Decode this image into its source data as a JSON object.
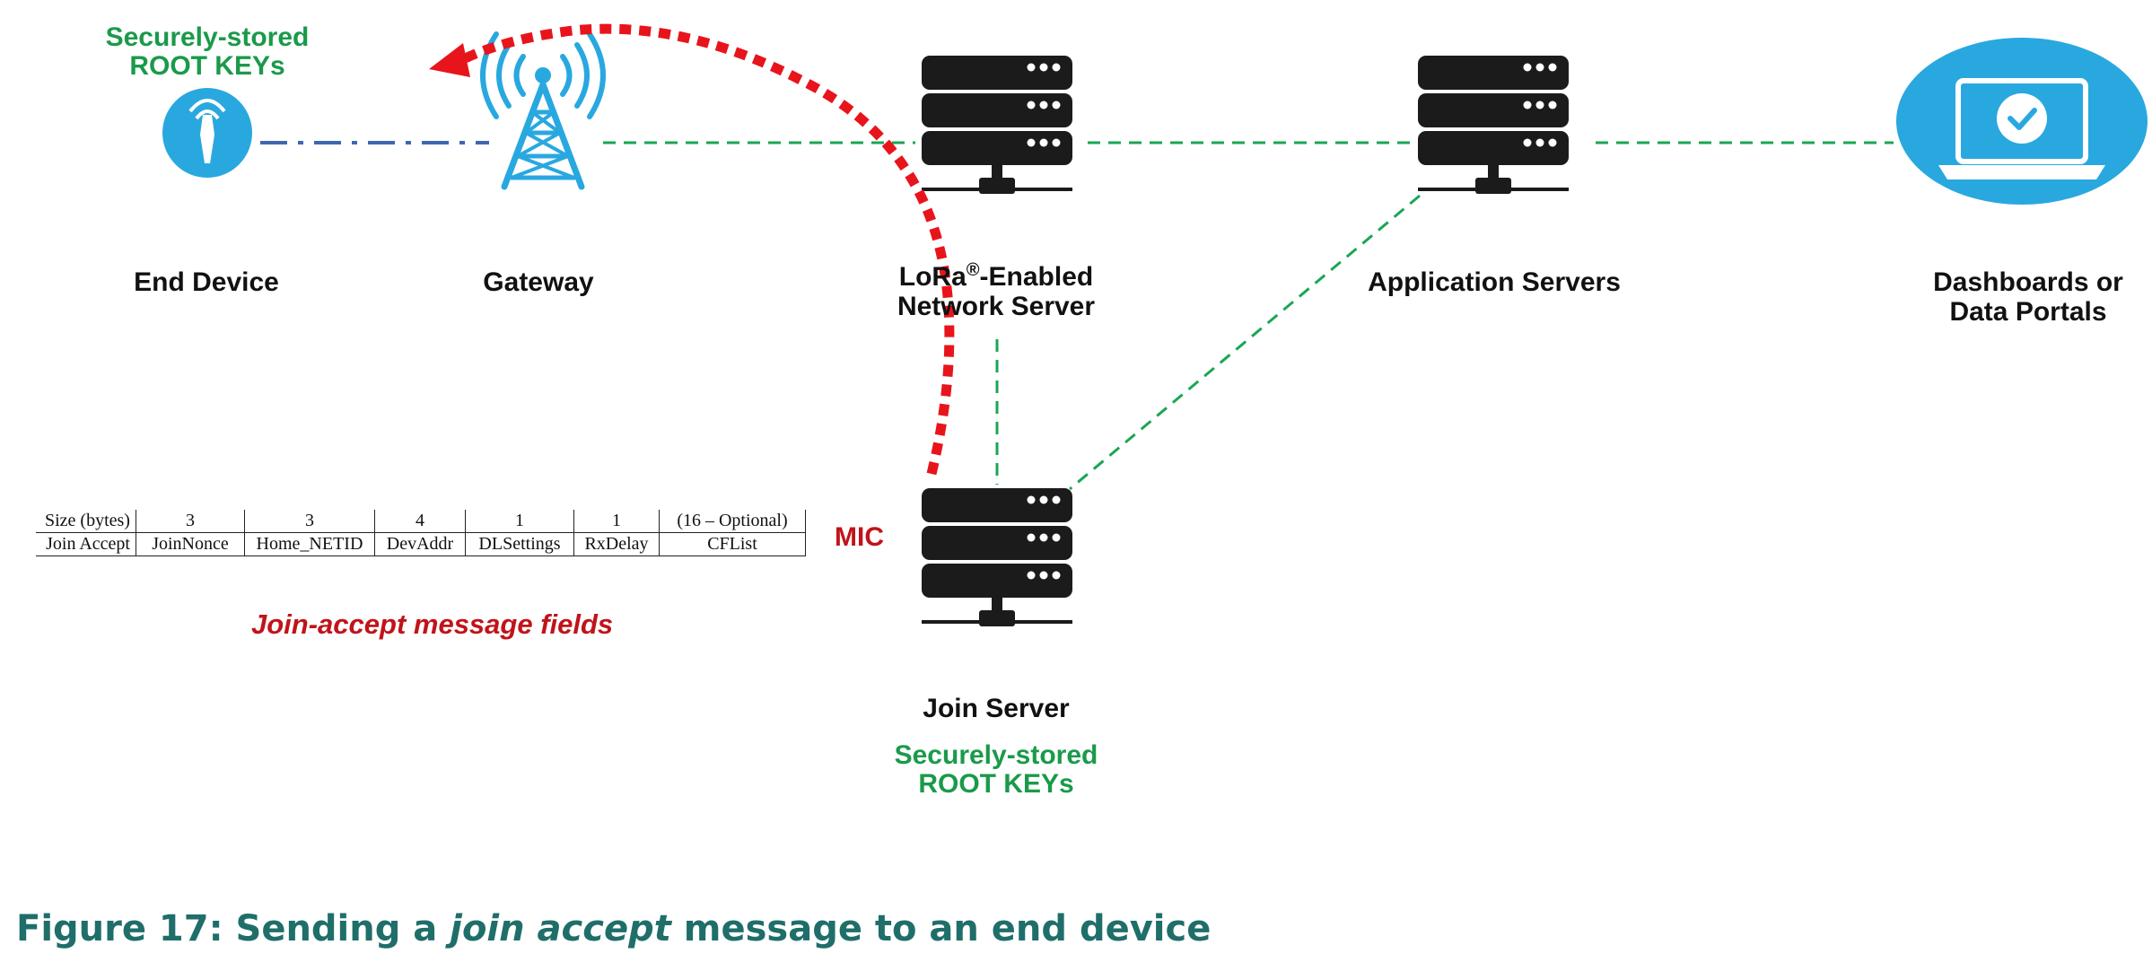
{
  "nodes": {
    "end_device": {
      "label": "End Device",
      "keys_line1": "Securely-stored",
      "keys_line2": "ROOT KEYs"
    },
    "gateway": {
      "label": "Gateway"
    },
    "network_server": {
      "label_line1_a": "LoRa",
      "label_line1_reg": "®",
      "label_line1_b": "-Enabled",
      "label_line2": "Network Server"
    },
    "application_servers": {
      "label": "Application Servers"
    },
    "dashboards": {
      "label_line1": "Dashboards or",
      "label_line2": "Data Portals"
    },
    "join_server": {
      "label": "Join Server",
      "keys_line1": "Securely-stored",
      "keys_line2": "ROOT KEYs"
    }
  },
  "message_table": {
    "size_row_header": "Size (bytes)",
    "field_row_header": "Join Accept",
    "sizes": [
      "3",
      "3",
      "4",
      "1",
      "1",
      "(16 – Optional)"
    ],
    "fields": [
      "JoinNonce",
      "Home_NETID",
      "DevAddr",
      "DLSettings",
      "RxDelay",
      "CFList"
    ],
    "mic_label": "MIC",
    "caption": "Join-accept message fields"
  },
  "figure_caption": {
    "prefix": "Figure 17: Sending a ",
    "emphasis": "join accept",
    "suffix": " message to an end device"
  },
  "colors": {
    "device_blue": "#29a8e0",
    "server_black": "#1b1b1b",
    "green_link": "#1aa655",
    "blue_link": "#3e67b0",
    "join_accept_arrow": "#e8141c",
    "keys_text": "#1a9a4a",
    "caption_teal": "#1f6e6a"
  }
}
